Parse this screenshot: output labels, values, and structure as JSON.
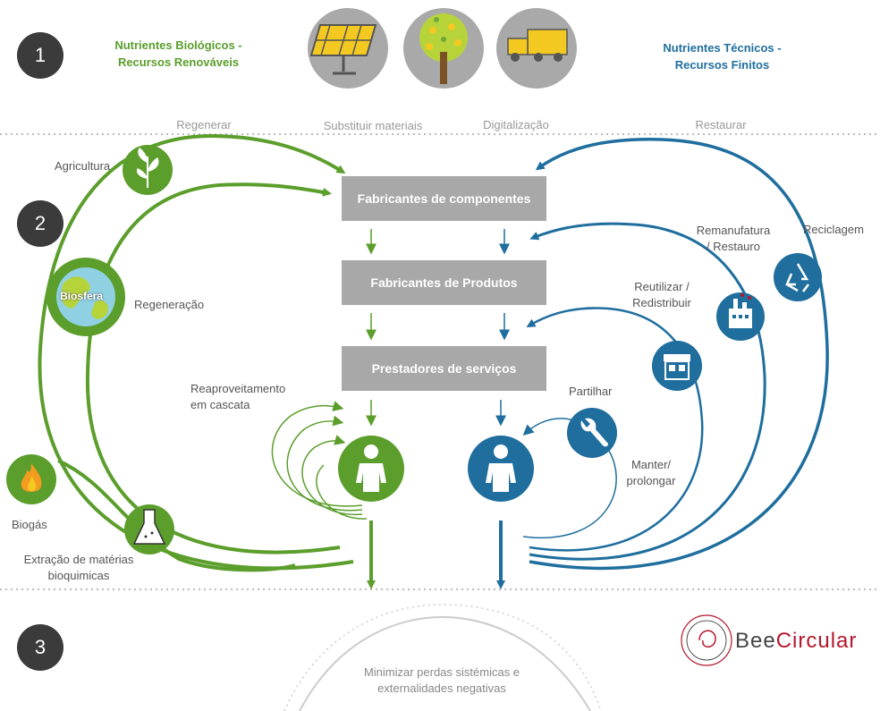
{
  "stages": [
    "1",
    "2",
    "3"
  ],
  "headers": {
    "bio": [
      "Nutrientes Biológicos -",
      "Recursos Renováveis"
    ],
    "tech": [
      "Nutrientes Técnicos -",
      "Recursos Finitos"
    ]
  },
  "principles": {
    "regenerar": "Regenerar",
    "substituir": "Substituir materiais",
    "digitalizacao": "Digitalização",
    "restaurar": "Restaurar"
  },
  "boxes": {
    "componentes": "Fabricantes de componentes",
    "produtos": "Fabricantes de Produtos",
    "servicos": "Prestadores de serviços"
  },
  "bio_loops": {
    "agricultura": "Agricultura",
    "biosfera": "Biosfera",
    "regeneracao": "Regeneração",
    "cascata": [
      "Reaproveitamento",
      "em cascata"
    ],
    "biogas": "Biogás",
    "extracao": [
      "Extração de matérias",
      "bioquimicas"
    ]
  },
  "tech_loops": {
    "reciclagem": "Reciclagem",
    "remanufatura": [
      "Remanufatura",
      "/ Restauro"
    ],
    "reutilizar": [
      "Reutilizar /",
      "Redistribuir"
    ],
    "partilhar": "Partilhar",
    "manter": [
      "Manter/",
      "prolongar"
    ]
  },
  "bottom": [
    "Minimizar perdas sistémicas e",
    "externalidades negativas"
  ],
  "logo": {
    "part1": "Bee",
    "part2": "Circular"
  },
  "colors": {
    "green": "#5b9e2c",
    "blue": "#1f6e9e",
    "gray_box": "#a8a8a8",
    "stage_circle": "#3b3b3b",
    "logo_red": "#b5162b"
  },
  "icons": {
    "top": [
      "solar-panel-icon",
      "tree-icon",
      "truck-icon"
    ],
    "bio": [
      "plant-icon",
      "globe-icon",
      "flame-icon",
      "flask-icon",
      "person-icon"
    ],
    "tech": [
      "recycle-icon",
      "factory-icon",
      "shop-icon",
      "wrench-icon",
      "person-icon"
    ]
  }
}
